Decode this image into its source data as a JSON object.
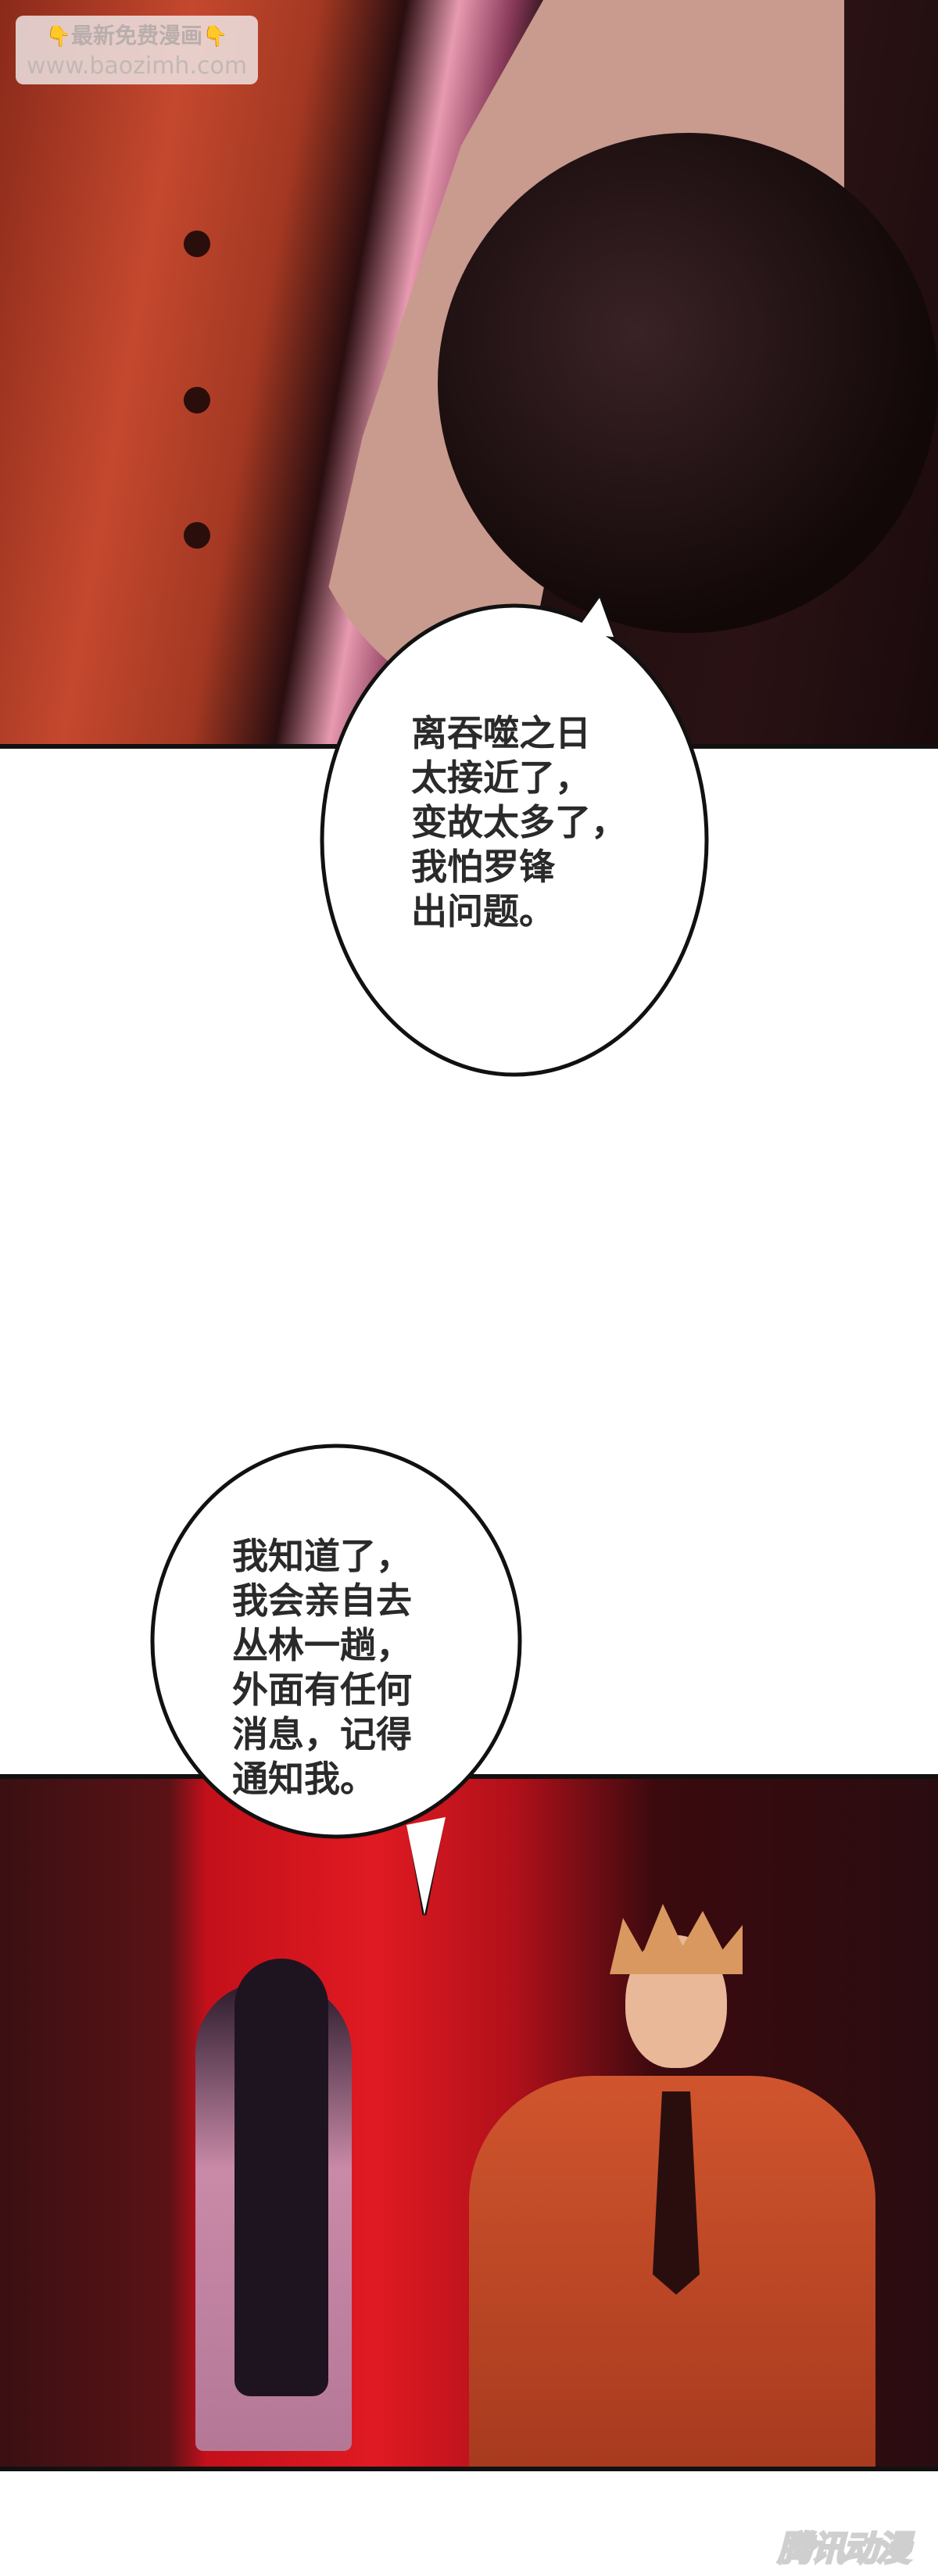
{
  "watermark": {
    "line1": "最新免费漫画",
    "line2": "www.baozimh.com",
    "icon_left": "pointing-down-hand",
    "icon_right": "pointing-down-hand",
    "hand_glyph": "👇"
  },
  "bubbles": [
    {
      "text": "离吞噬之日\n太接近了，\n变故太多了，\n我怕罗锋\n出问题。"
    },
    {
      "text": "我知道了，\n我会亲自去\n丛林一趟，\n外面有任何\n消息，记得\n通知我。"
    }
  ],
  "logo": {
    "text": "腾讯动漫"
  },
  "colors": {
    "panel_border": "#111111",
    "bubble_text": "#2a2a2a",
    "background": "#ffffff"
  }
}
